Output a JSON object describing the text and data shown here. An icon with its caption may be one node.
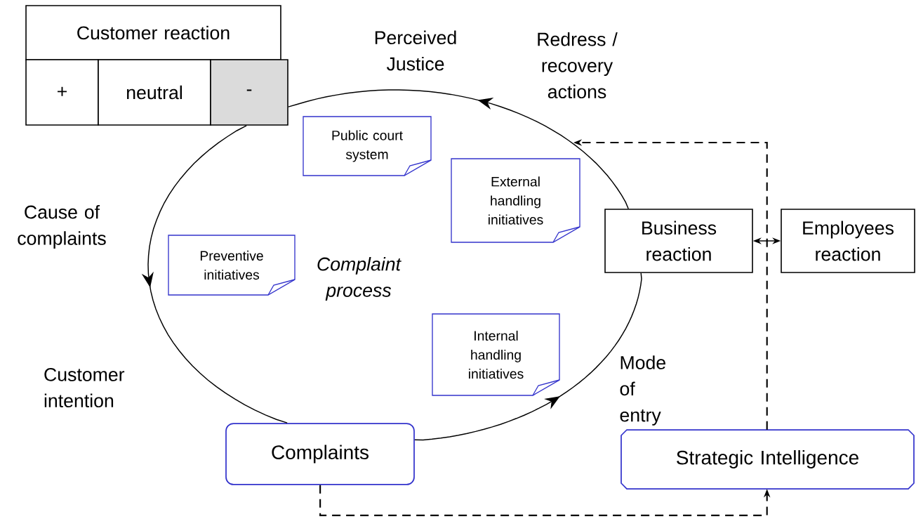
{
  "diagram": {
    "nodes": [
      {
        "text": [
          "Customer reaction"
        ]
      },
      {
        "text": [
          "+"
        ]
      },
      {
        "text": [
          "neutral"
        ]
      },
      {
        "text": [
          "-"
        ]
      },
      {
        "text": [
          "Public court system"
        ]
      },
      {
        "text": [
          "External handling initiatives"
        ]
      },
      {
        "text": [
          "Business reaction"
        ]
      },
      {
        "text": [
          "Employees reaction"
        ]
      },
      {
        "text": [
          "Preventive initiatives"
        ]
      },
      {
        "text": [
          "Internal handling initiatives"
        ]
      },
      {
        "text": [
          "Complaints"
        ]
      },
      {
        "text": [
          "Strategic Intelligence"
        ]
      }
    ],
    "edges": [
      {
        "from": 10,
        "to": 6,
        "arrow": "to"
      },
      {
        "from": 6,
        "to": 3,
        "arrow": "to"
      },
      {
        "from": 3,
        "to": 10,
        "arrow": "to"
      },
      {
        "from": 6,
        "to": 7,
        "arrow": "both"
      },
      {
        "from": 11,
        "to": null,
        "arrow": "to",
        "style": "dashed"
      },
      {
        "from": 10,
        "to": 11,
        "arrow": "to",
        "style": "dashed"
      }
    ],
    "labels": [
      "Perceived Justice",
      "Redress / recovery actions",
      "Cause of complaints",
      "Complaint process",
      "Customer intention",
      "Mode of entry"
    ]
  }
}
